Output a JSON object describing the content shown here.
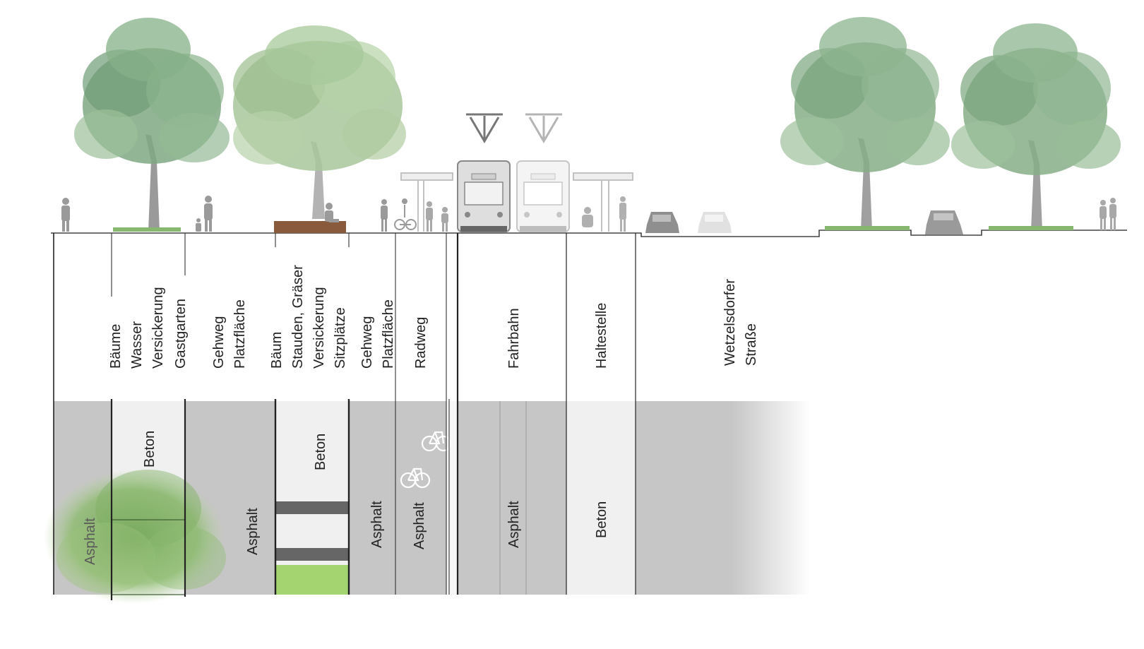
{
  "colors": {
    "band_gray": "#c6c6c6",
    "band_light": "#f0f0f0",
    "stripe_dark": "#666666",
    "stripe_green": "#a3d470",
    "bench_brown": "#8a5a3c",
    "tree_foliage": "#7fa882",
    "tree_foliage_light": "#a9c79c",
    "hedge_green": "#86b870",
    "figure_gray": "#9a9a9a",
    "tram_gray": "#9e9e9e",
    "divider": "#222222"
  },
  "columns": [
    {
      "id": "col-1",
      "labels": [
        "Bäume",
        "Wasser",
        "Versickerung",
        "Gastgarten"
      ]
    },
    {
      "id": "col-2",
      "labels": [
        "Gehweg",
        "Platzfläche"
      ]
    },
    {
      "id": "col-3",
      "labels": [
        "Bäum",
        "Stauden, Gräser",
        "Versickerung",
        "Sitzplätze"
      ]
    },
    {
      "id": "col-4",
      "labels": [
        "Gehweg",
        "Platzfläche"
      ]
    },
    {
      "id": "col-5",
      "labels": [
        "Radweg"
      ]
    },
    {
      "id": "col-6",
      "labels": [
        "Fahrbahn"
      ]
    },
    {
      "id": "col-7",
      "labels": [
        "Haltestelle"
      ]
    },
    {
      "id": "col-8",
      "labels": [
        "Wetzelsdorfer",
        "Straße"
      ]
    }
  ],
  "materials": [
    {
      "id": "mat-1",
      "label": "Asphalt"
    },
    {
      "id": "mat-2",
      "label": "Beton"
    },
    {
      "id": "mat-3",
      "label": "Asphalt"
    },
    {
      "id": "mat-4",
      "label": "Beton"
    },
    {
      "id": "mat-5",
      "label": "Asphalt"
    },
    {
      "id": "mat-6",
      "label": "Asphalt"
    },
    {
      "id": "mat-7",
      "label": "Asphalt"
    },
    {
      "id": "mat-8",
      "label": "Beton"
    }
  ],
  "icons": {
    "bicycle": "bicycle-icon",
    "tree": "tree-icon",
    "tram": "tram-icon",
    "car": "car-icon",
    "pedestrian": "pedestrian-icon",
    "cyclist": "cyclist-icon",
    "bench": "bench-icon",
    "hedge": "hedge-icon",
    "shelter": "tram-shelter-icon"
  }
}
